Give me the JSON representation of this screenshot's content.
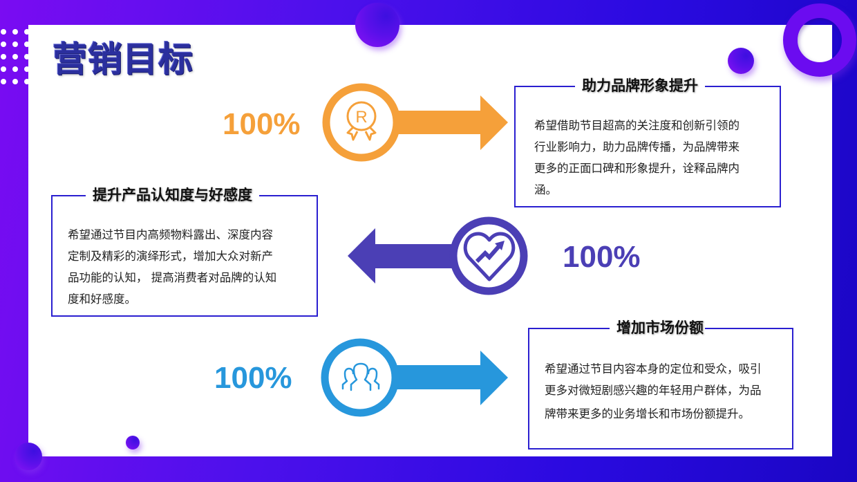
{
  "slide": {
    "title": "营销目标",
    "colors": {
      "background_from": "#7a0cf2",
      "background_to": "#1a06c4",
      "title": "#2b2f9e",
      "box_border": "#2a1fd0",
      "orange": "#f5a03a",
      "purple": "#4b3fb5",
      "blue": "#2797dc"
    }
  },
  "goals": [
    {
      "percent": "100%",
      "icon": "registered-badge-icon",
      "color": "#f5a03a",
      "direction": "right",
      "title": "助力品牌形象提升",
      "description_lines": [
        "希望借助节目超高的关注度和创新引领的",
        "行业影响力，助力品牌传播，为品牌带来",
        "更多的正面口碑和形象提升，诠释品牌内",
        "涵。"
      ]
    },
    {
      "percent": "100%",
      "icon": "heart-trend-icon",
      "color": "#4b3fb5",
      "direction": "left",
      "title": "提升产品认知度与好感度",
      "description_lines": [
        "希望通过节目内高频物料露出、深度内容",
        "定制及精彩的演绎形式，增加大众对新产",
        "品功能的认知， 提高消费者对品牌的认知",
        "度和好感度。"
      ]
    },
    {
      "percent": "100%",
      "icon": "people-group-icon",
      "color": "#2797dc",
      "direction": "right",
      "title": "增加市场份额",
      "description_lines": [
        "希望通过节目内容本身的定位和受众，吸引",
        "更多对微短剧感兴趣的年轻用户群体，为品",
        "牌带来更多的业务增长和市场份额提升。"
      ]
    }
  ]
}
